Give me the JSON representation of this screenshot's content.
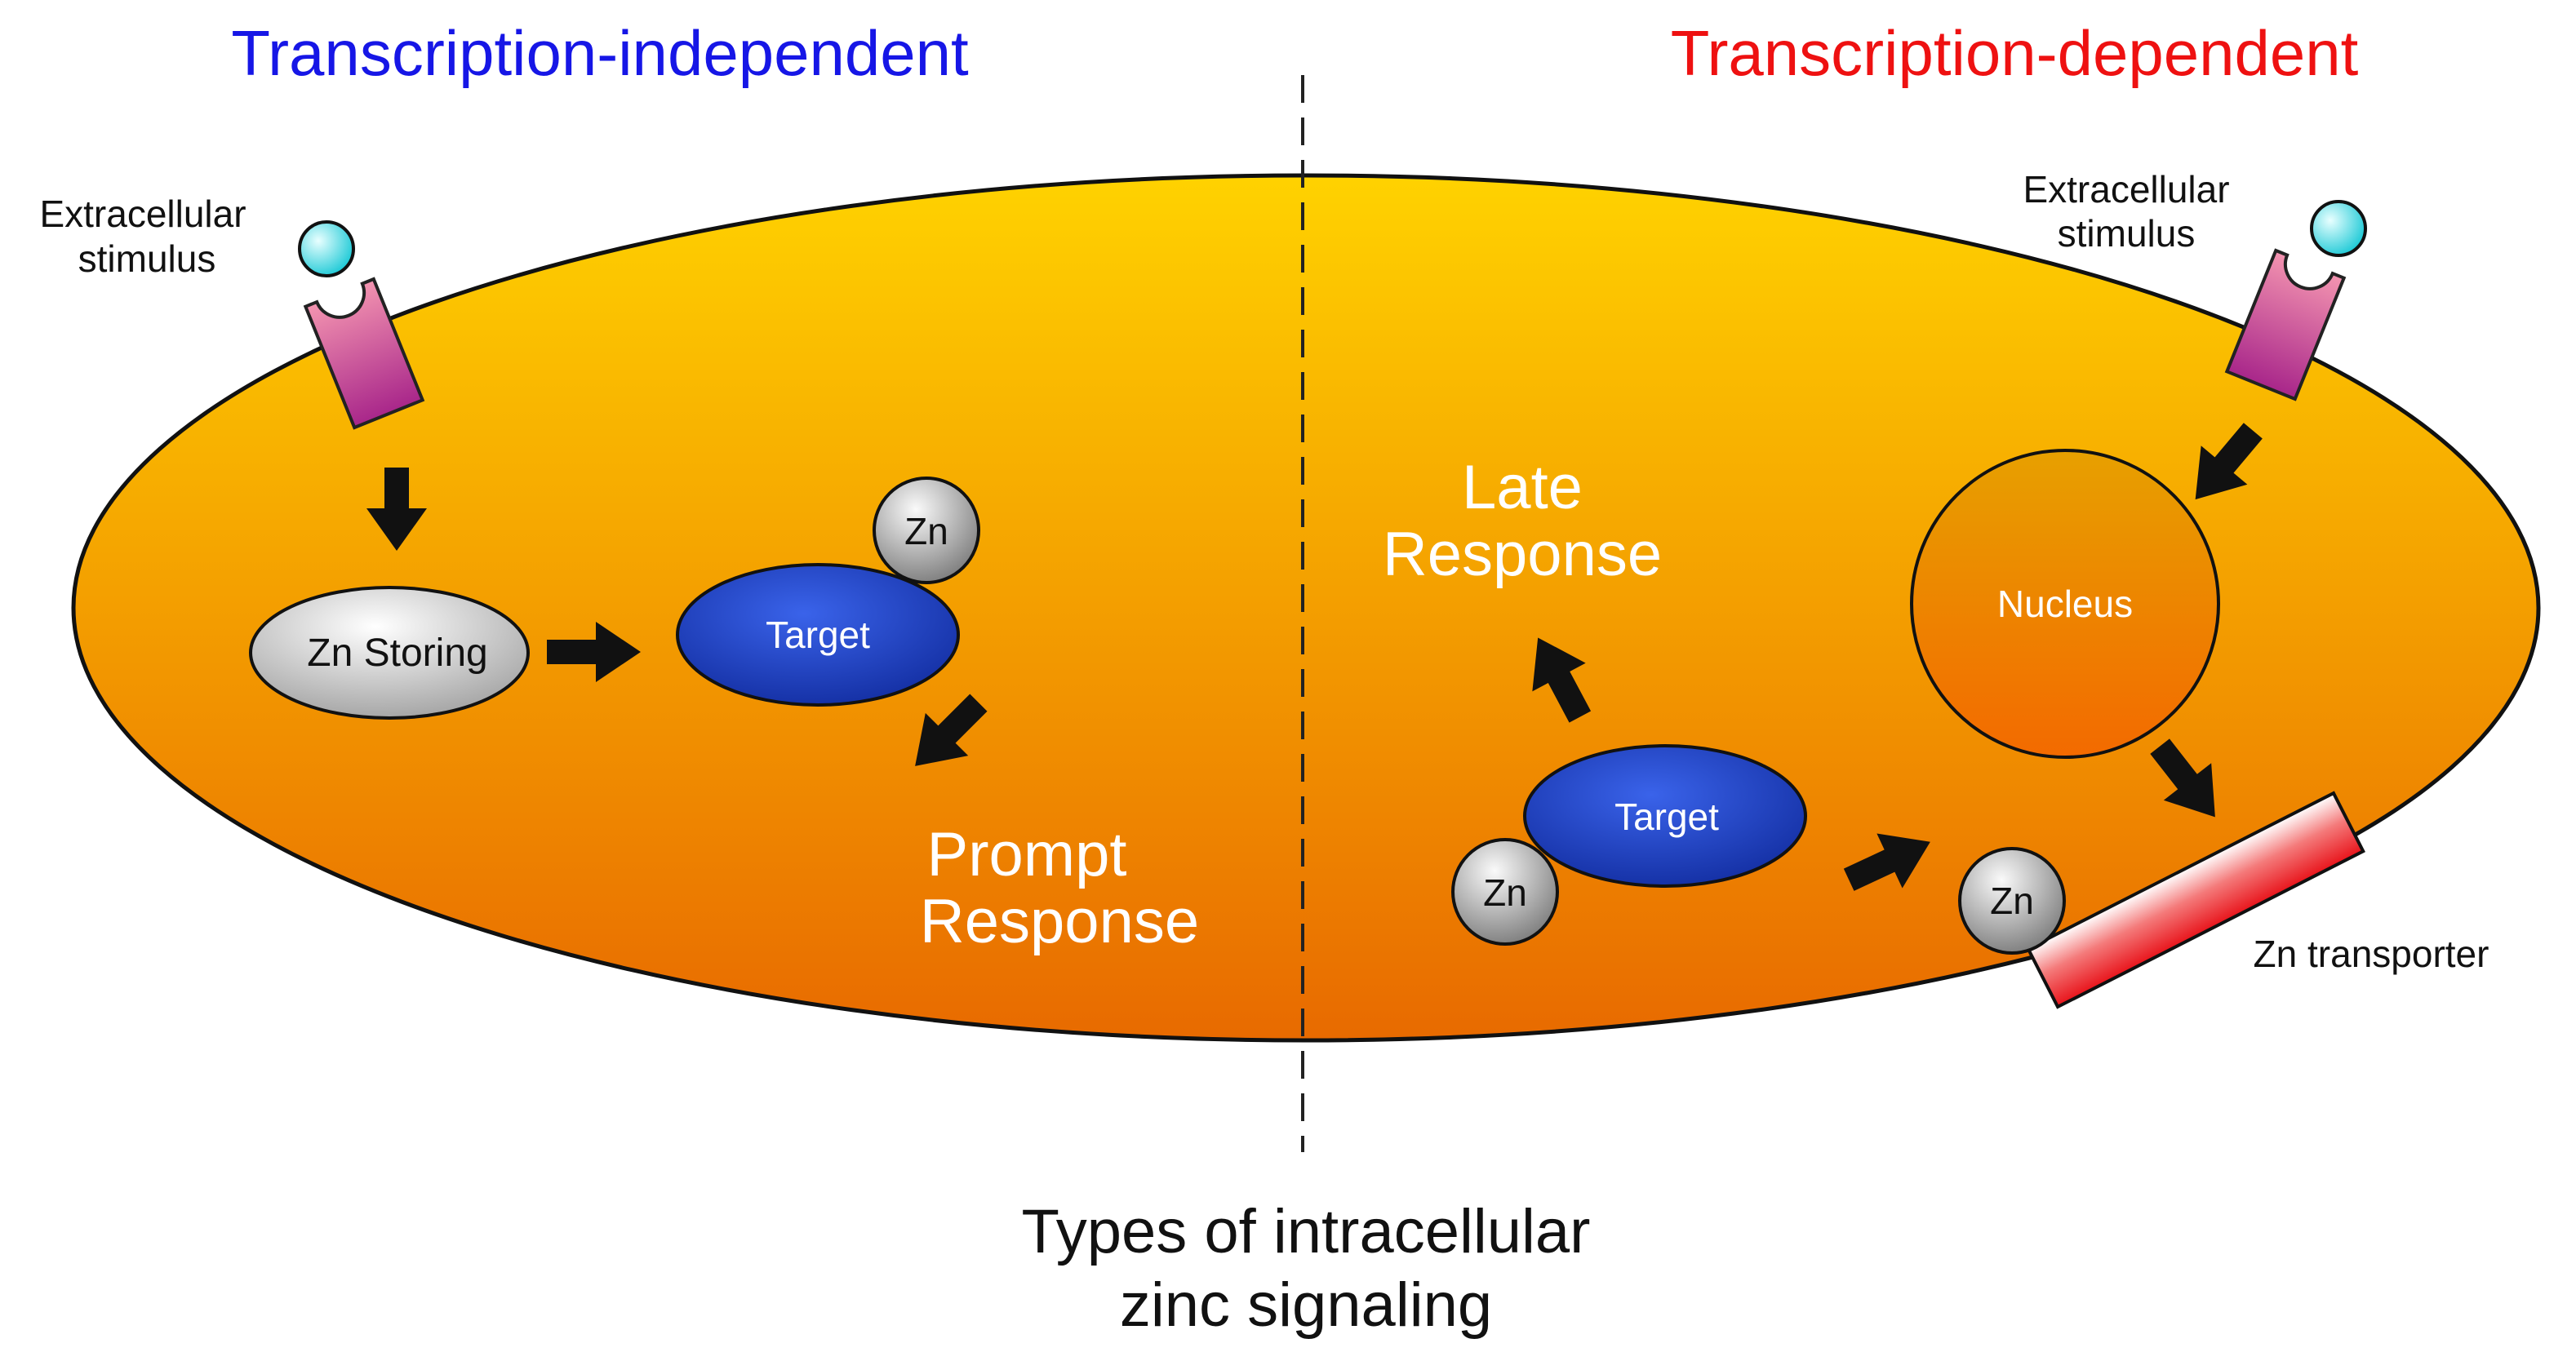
{
  "headings": {
    "left": {
      "text": "Transcription-independent",
      "color": "#1616e6"
    },
    "right": {
      "text": "Transcription-dependent",
      "color": "#ee1111"
    }
  },
  "caption": {
    "line1": "Types of intracellular",
    "line2": "zinc signaling"
  },
  "left_panel": {
    "stimulus_label_line1": "Extracellular",
    "stimulus_label_line2": "stimulus",
    "zn_storing": "Zn Storing",
    "target": "Target",
    "zn": "Zn",
    "response_line1": "Prompt",
    "response_line2": "Response"
  },
  "right_panel": {
    "stimulus_label_line1": "Extracellular",
    "stimulus_label_line2": "stimulus",
    "nucleus": "Nucleus",
    "target": "Target",
    "zn_bound": "Zn",
    "zn_transported": "Zn",
    "transporter_label": "Zn transporter",
    "response_line1": "Late",
    "response_line2": "Response"
  },
  "colors": {
    "cell_top": "#ffd200",
    "cell_bottom": "#e86a00",
    "receptor_top": "#f08aa8",
    "receptor_bottom": "#b02a8a",
    "ligand": "#3fe0e6",
    "target": "#1c3fc4",
    "zn_ball": "#a9a9a9",
    "transporter": "#ee1b22",
    "arrow": "#111111",
    "response_text": "#ffffff"
  }
}
